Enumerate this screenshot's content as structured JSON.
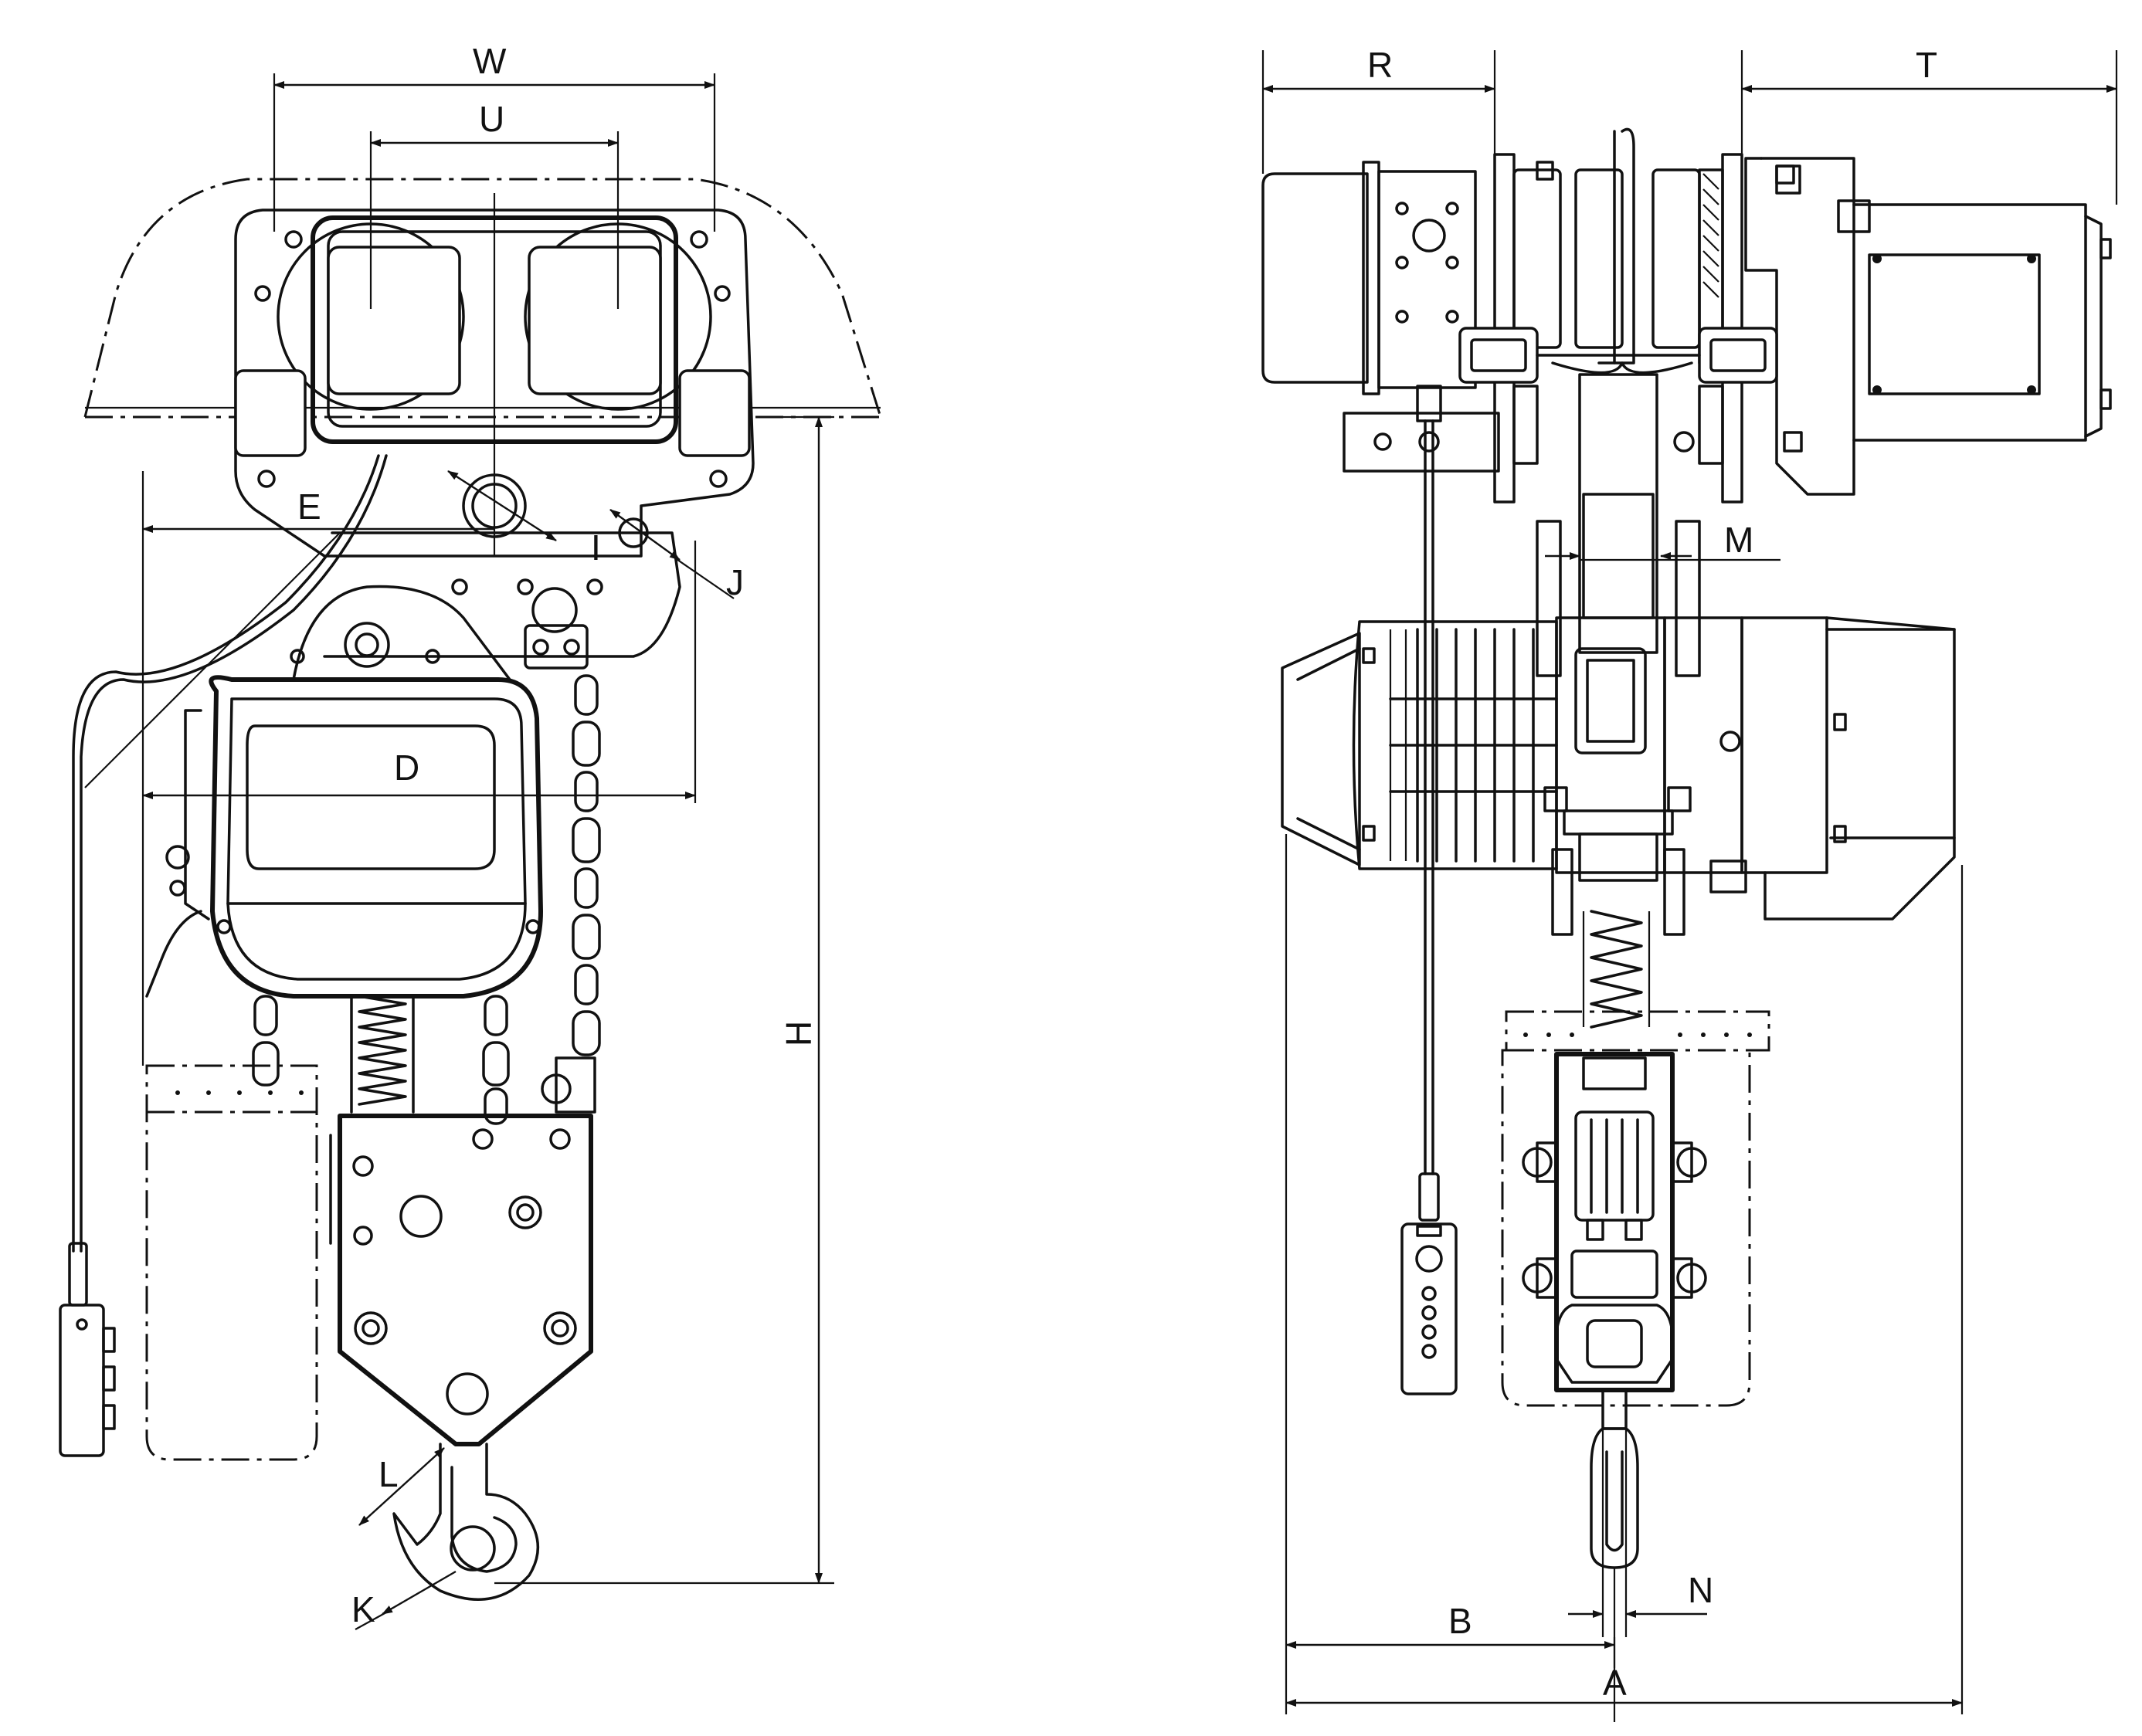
{
  "labels": {
    "W": "W",
    "U": "U",
    "E": "E",
    "I": "I",
    "J": "J",
    "D": "D",
    "H": "H",
    "L": "L",
    "K": "K",
    "R": "R",
    "T": "T",
    "M": "M",
    "N": "N",
    "B": "B",
    "A": "A"
  },
  "colors": {
    "line": "#111111",
    "background": "#ffffff"
  }
}
